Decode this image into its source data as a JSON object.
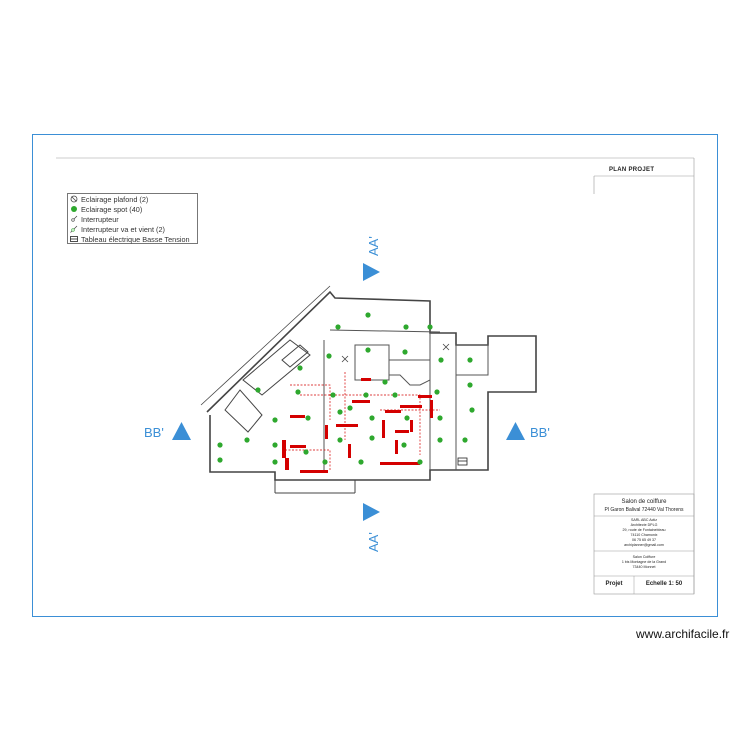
{
  "sheet": {
    "plan_title": "PLAN PROJET"
  },
  "legend": {
    "items": [
      {
        "icon": "ceiling-light-icon",
        "label": "Eclairage plafond (2)"
      },
      {
        "icon": "spot-light-icon",
        "label": "Eclairage spot (40)"
      },
      {
        "icon": "switch-icon",
        "label": "Interrupteur"
      },
      {
        "icon": "two-way-switch-icon",
        "label": "Interrupteur va et vient (2)"
      },
      {
        "icon": "electrical-panel-icon",
        "label": "Tableau électrique Basse Tension"
      }
    ]
  },
  "sections": {
    "aa_top": "AA'",
    "aa_bottom": "AA'",
    "bb_left": "BB'",
    "bb_right": "BB'"
  },
  "title_block": {
    "project_name": "Salon de coiffure",
    "project_address": "Pl Garon Balival 72440 Val Thorens",
    "designer_lines": [
      "SARL ABC Actiz",
      "Architecte DPLG",
      "29, route de Fontainebleau",
      "74110 Chamonix",
      "06 75 65 49 37",
      "archiplanner@gmail.com"
    ],
    "client_lines": [
      "Salon Coiffure",
      "1 bis Montagne de la Grand",
      "73440 Monnet"
    ],
    "phase": "Projet",
    "scale": "Echelle 1: 50"
  },
  "watermark": "www.archifacile.fr",
  "colors": {
    "frame": "#3b8fd6",
    "section_marker": "#3b8fd6",
    "walls": "#444444",
    "fixture_red": "#d40000",
    "light_green": "#2ea82e",
    "wiring_red": "#d40000"
  }
}
